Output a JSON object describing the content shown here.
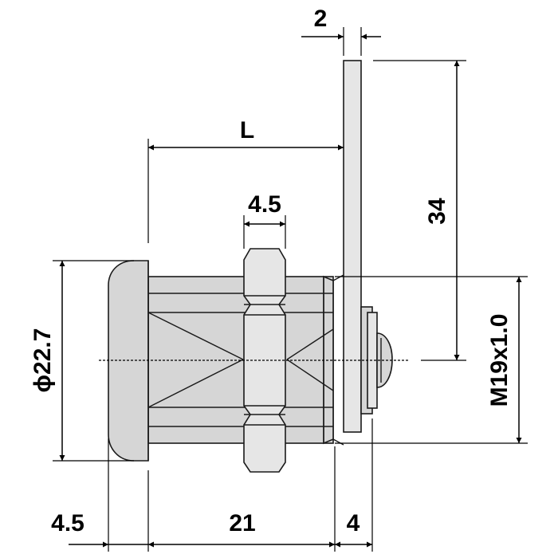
{
  "dimensions": {
    "tab_thickness": "2",
    "length": "L",
    "nut_width": "4.5",
    "tab_height": "34",
    "head_diameter": "ɸ22.7",
    "thread": "M19x1.0",
    "head_depth": "4.5",
    "body_length": "21",
    "cylinder_protrusion": "4"
  },
  "colors": {
    "metal": "#d6d6d6",
    "metal_light": "#e6e6e6",
    "outline": "#1a1a1a",
    "dimension": "#000000"
  }
}
